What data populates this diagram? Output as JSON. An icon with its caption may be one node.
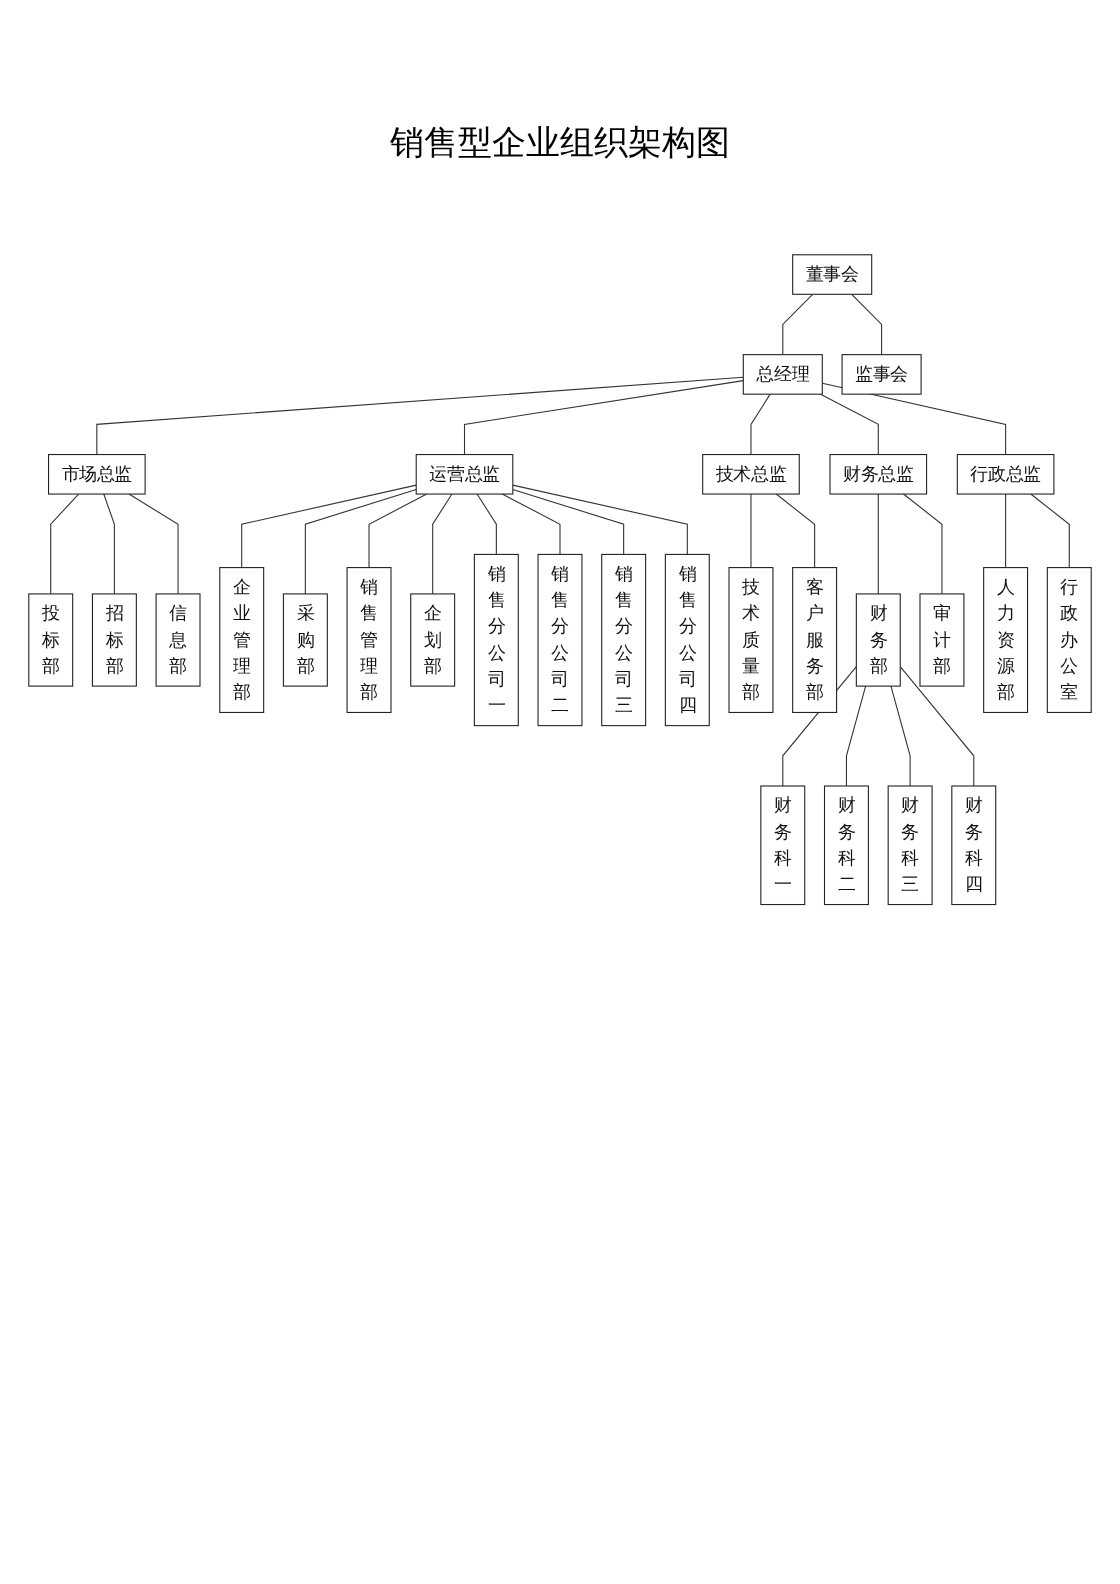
{
  "diagram": {
    "title": "销售型企业组织架构图",
    "nodes": [
      {
        "text": [
          "董事会"
        ]
      },
      {
        "text": [
          "监事会"
        ]
      },
      {
        "text": [
          "总经理"
        ]
      },
      {
        "text": [
          "市场总监"
        ]
      },
      {
        "text": [
          "运营总监"
        ]
      },
      {
        "text": [
          "技术总监"
        ]
      },
      {
        "text": [
          "财务总监"
        ]
      },
      {
        "text": [
          "行政总监"
        ]
      },
      {
        "text": [
          "投标部"
        ]
      },
      {
        "text": [
          "招标部"
        ]
      },
      {
        "text": [
          "信息部"
        ]
      },
      {
        "text": [
          "企业管理部"
        ]
      },
      {
        "text": [
          "采购部"
        ]
      },
      {
        "text": [
          "销售管理部"
        ]
      },
      {
        "text": [
          "企划部"
        ]
      },
      {
        "text": [
          "技术质量部"
        ]
      },
      {
        "text": [
          "客户服务部"
        ]
      },
      {
        "text": [
          "财务部"
        ]
      },
      {
        "text": [
          "审计部"
        ]
      },
      {
        "text": [
          "人力资源部"
        ]
      },
      {
        "text": [
          "行政办公室"
        ]
      },
      {
        "text": [
          "销售分公司一"
        ]
      },
      {
        "text": [
          "销售分公司二"
        ]
      },
      {
        "text": [
          "销售分公司三"
        ]
      },
      {
        "text": [
          "销售分公司四"
        ]
      },
      {
        "text": [
          "财务科一"
        ]
      },
      {
        "text": [
          "财务科二"
        ]
      },
      {
        "text": [
          "财务科三"
        ]
      },
      {
        "text": [
          "财务科四"
        ]
      }
    ],
    "edges": [
      {
        "from": 0,
        "to": 2,
        "arrow": "none"
      },
      {
        "from": 0,
        "to": 1,
        "arrow": "none"
      },
      {
        "from": 2,
        "to": 3,
        "arrow": "none"
      },
      {
        "from": 2,
        "to": 4,
        "arrow": "none"
      },
      {
        "from": 2,
        "to": 5,
        "arrow": "none"
      },
      {
        "from": 2,
        "to": 6,
        "arrow": "none"
      },
      {
        "from": 2,
        "to": 7,
        "arrow": "none"
      },
      {
        "from": 3,
        "to": 8,
        "arrow": "none"
      },
      {
        "from": 3,
        "to": 9,
        "arrow": "none"
      },
      {
        "from": 3,
        "to": 10,
        "arrow": "none"
      },
      {
        "from": 4,
        "to": 11,
        "arrow": "none"
      },
      {
        "from": 4,
        "to": 12,
        "arrow": "none"
      },
      {
        "from": 4,
        "to": 13,
        "arrow": "none"
      },
      {
        "from": 4,
        "to": 14,
        "arrow": "none"
      },
      {
        "from": 5,
        "to": 15,
        "arrow": "none"
      },
      {
        "from": 5,
        "to": 16,
        "arrow": "none"
      },
      {
        "from": 6,
        "to": 17,
        "arrow": "none"
      },
      {
        "from": 6,
        "to": 18,
        "arrow": "none"
      },
      {
        "from": 7,
        "to": 19,
        "arrow": "none"
      },
      {
        "from": 7,
        "to": 20,
        "arrow": "none"
      },
      {
        "from": 4,
        "to": 21,
        "arrow": "none"
      },
      {
        "from": 4,
        "to": 22,
        "arrow": "none"
      },
      {
        "from": 4,
        "to": 23,
        "arrow": "none"
      },
      {
        "from": 4,
        "to": 24,
        "arrow": "none"
      },
      {
        "from": 17,
        "to": 25,
        "arrow": "none"
      },
      {
        "from": 17,
        "to": 26,
        "arrow": "none"
      },
      {
        "from": 17,
        "to": 27,
        "arrow": "none"
      },
      {
        "from": 17,
        "to": 28,
        "arrow": "none"
      }
    ]
  }
}
